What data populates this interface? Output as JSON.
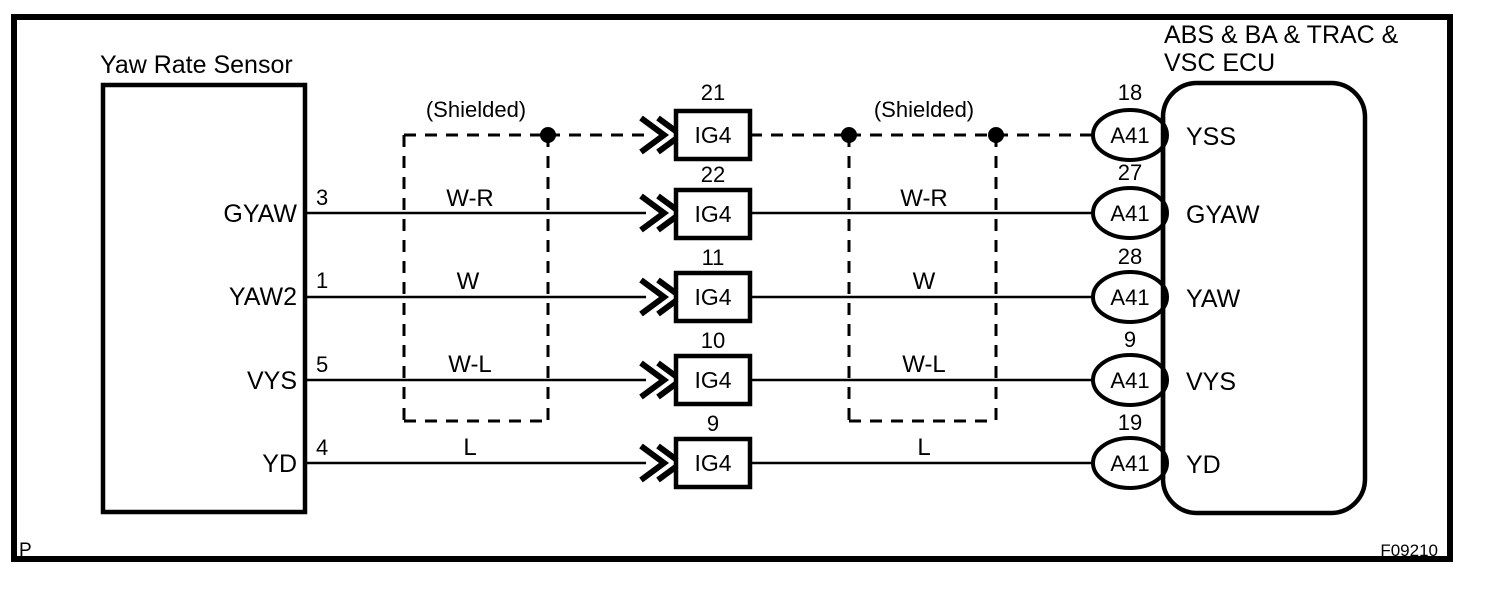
{
  "figure": {
    "corner_mark": "P",
    "reference_code": "F09210"
  },
  "sensor": {
    "title": "Yaw Rate Sensor",
    "pins": [
      {
        "name": "GYAW",
        "number": "3"
      },
      {
        "name": "YAW2",
        "number": "1"
      },
      {
        "name": "VYS",
        "number": "5"
      },
      {
        "name": "YD",
        "number": "4"
      }
    ]
  },
  "ecu": {
    "title_line1": "ABS & BA & TRAC &",
    "title_line2": "VSC ECU",
    "connector_label": "A41",
    "pins": [
      {
        "number": "18",
        "name": "YSS"
      },
      {
        "number": "27",
        "name": "GYAW"
      },
      {
        "number": "28",
        "name": "YAW"
      },
      {
        "number": "9",
        "name": "VYS"
      },
      {
        "number": "19",
        "name": "YD"
      }
    ]
  },
  "junction_connector": {
    "label": "IG4",
    "terminals": [
      "21",
      "22",
      "11",
      "10",
      "9"
    ]
  },
  "shields": [
    {
      "label": "(Shielded)"
    },
    {
      "label": "(Shielded)"
    }
  ],
  "wires": [
    {
      "row": "shield",
      "left_color": "",
      "right_color": "",
      "style": "dashed"
    },
    {
      "row": "gyaw",
      "left_color": "W-R",
      "right_color": "W-R",
      "style": "solid"
    },
    {
      "row": "yaw2",
      "left_color": "W",
      "right_color": "W",
      "style": "solid"
    },
    {
      "row": "vys",
      "left_color": "W-L",
      "right_color": "W-L",
      "style": "solid"
    },
    {
      "row": "yd",
      "left_color": "L",
      "right_color": "L",
      "style": "solid"
    }
  ],
  "colors": {
    "ink": "#000000",
    "paper": "#ffffff"
  }
}
